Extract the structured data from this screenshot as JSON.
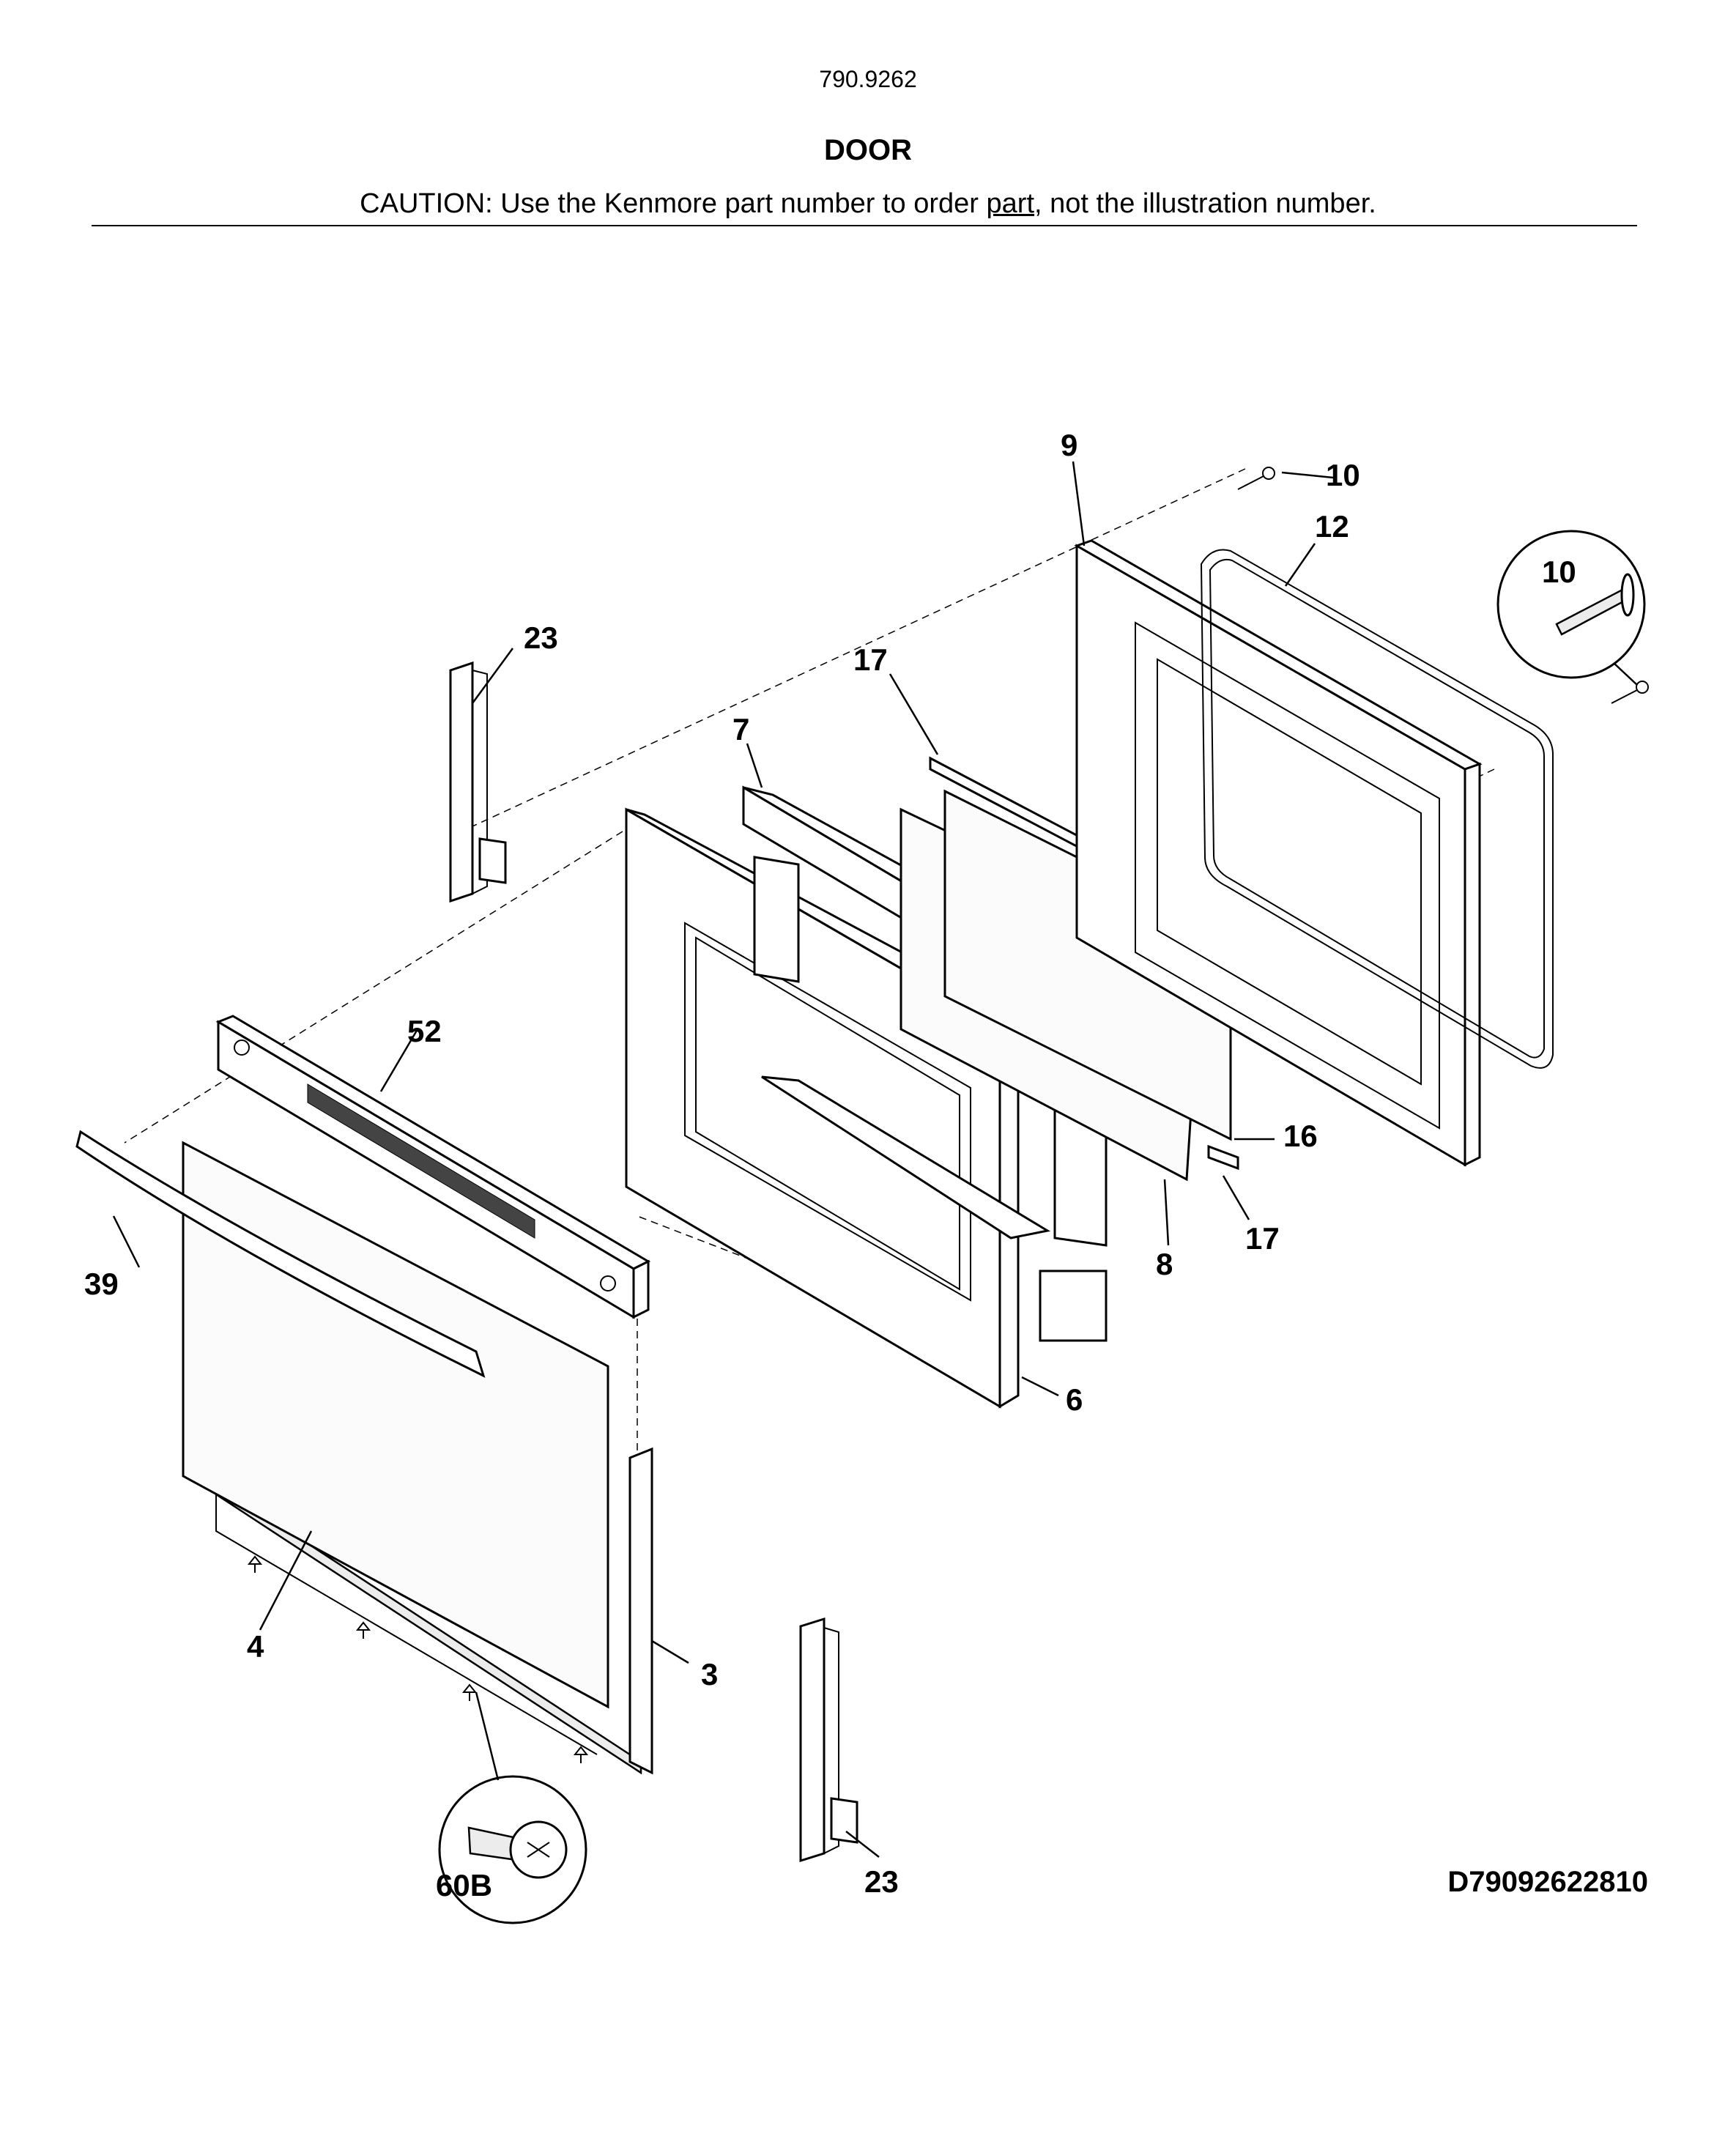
{
  "header": {
    "model_number": "790.9262",
    "section_title": "DOOR",
    "caution_prefix": "CAUTION: Use the Kenmore part number to order ",
    "caution_link": "part",
    "caution_suffix": ", not the illustration number."
  },
  "diagram_code": "D79092622810",
  "callouts": {
    "c3": "3",
    "c4": "4",
    "c6": "6",
    "c7": "7",
    "c8": "8",
    "c9": "9",
    "c10": "10",
    "c10_detail": "10",
    "c12": "12",
    "c16": "16",
    "c17_top": "17",
    "c17_bottom": "17",
    "c23_top": "23",
    "c23_bottom": "23",
    "c39": "39",
    "c52": "52",
    "c60b": "60B"
  }
}
